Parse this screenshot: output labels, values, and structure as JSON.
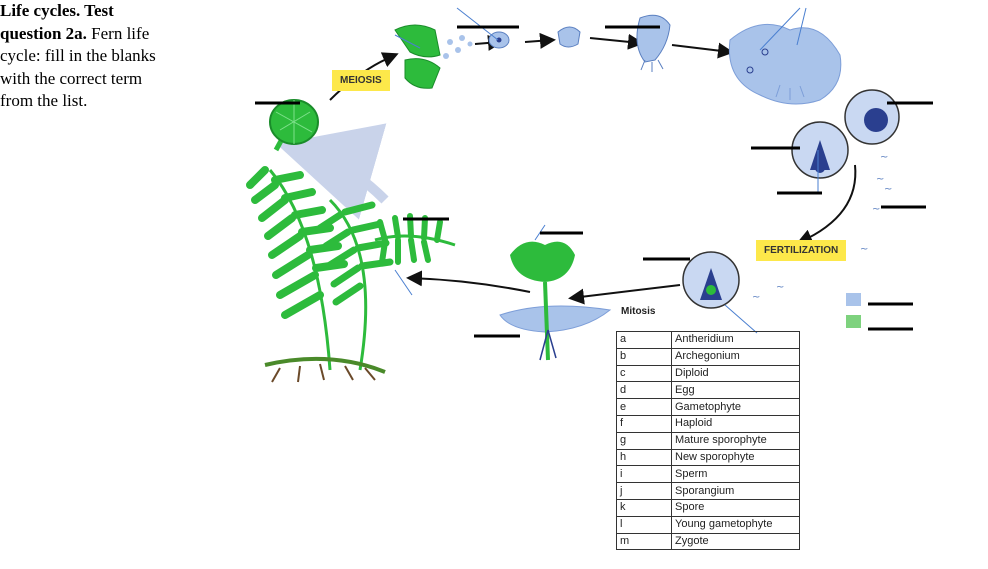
{
  "intro": {
    "title": "Life cycles.  Test question 2a.",
    "body": " Fern life cycle:  fill in the blanks with the correct term from the list."
  },
  "labels": {
    "meiosis": "MEIOSIS",
    "fertilization": "FERTILIZATION",
    "mitosis": "Mitosis"
  },
  "terms": [
    {
      "key": "a",
      "term": "Antheridium"
    },
    {
      "key": "b",
      "term": "Archegonium"
    },
    {
      "key": "c",
      "term": "Diploid"
    },
    {
      "key": "d",
      "term": "Egg"
    },
    {
      "key": "e",
      "term": "Gametophyte"
    },
    {
      "key": "f",
      "term": "Haploid"
    },
    {
      "key": "g",
      "term": "Mature sporophyte"
    },
    {
      "key": "h",
      "term": "New sporophyte"
    },
    {
      "key": "i",
      "term": "Sperm"
    },
    {
      "key": "j",
      "term": "Sporangium"
    },
    {
      "key": "k",
      "term": "Spore"
    },
    {
      "key": "l",
      "term": "Young gametophyte"
    },
    {
      "key": "m",
      "term": "Zygote"
    }
  ],
  "colors": {
    "fern_green": "#2dbb3c",
    "gametophyte_blue": "#a9c3ea",
    "label_yellow": "#fde84a",
    "cell_dark_blue": "#2a3f8f"
  }
}
